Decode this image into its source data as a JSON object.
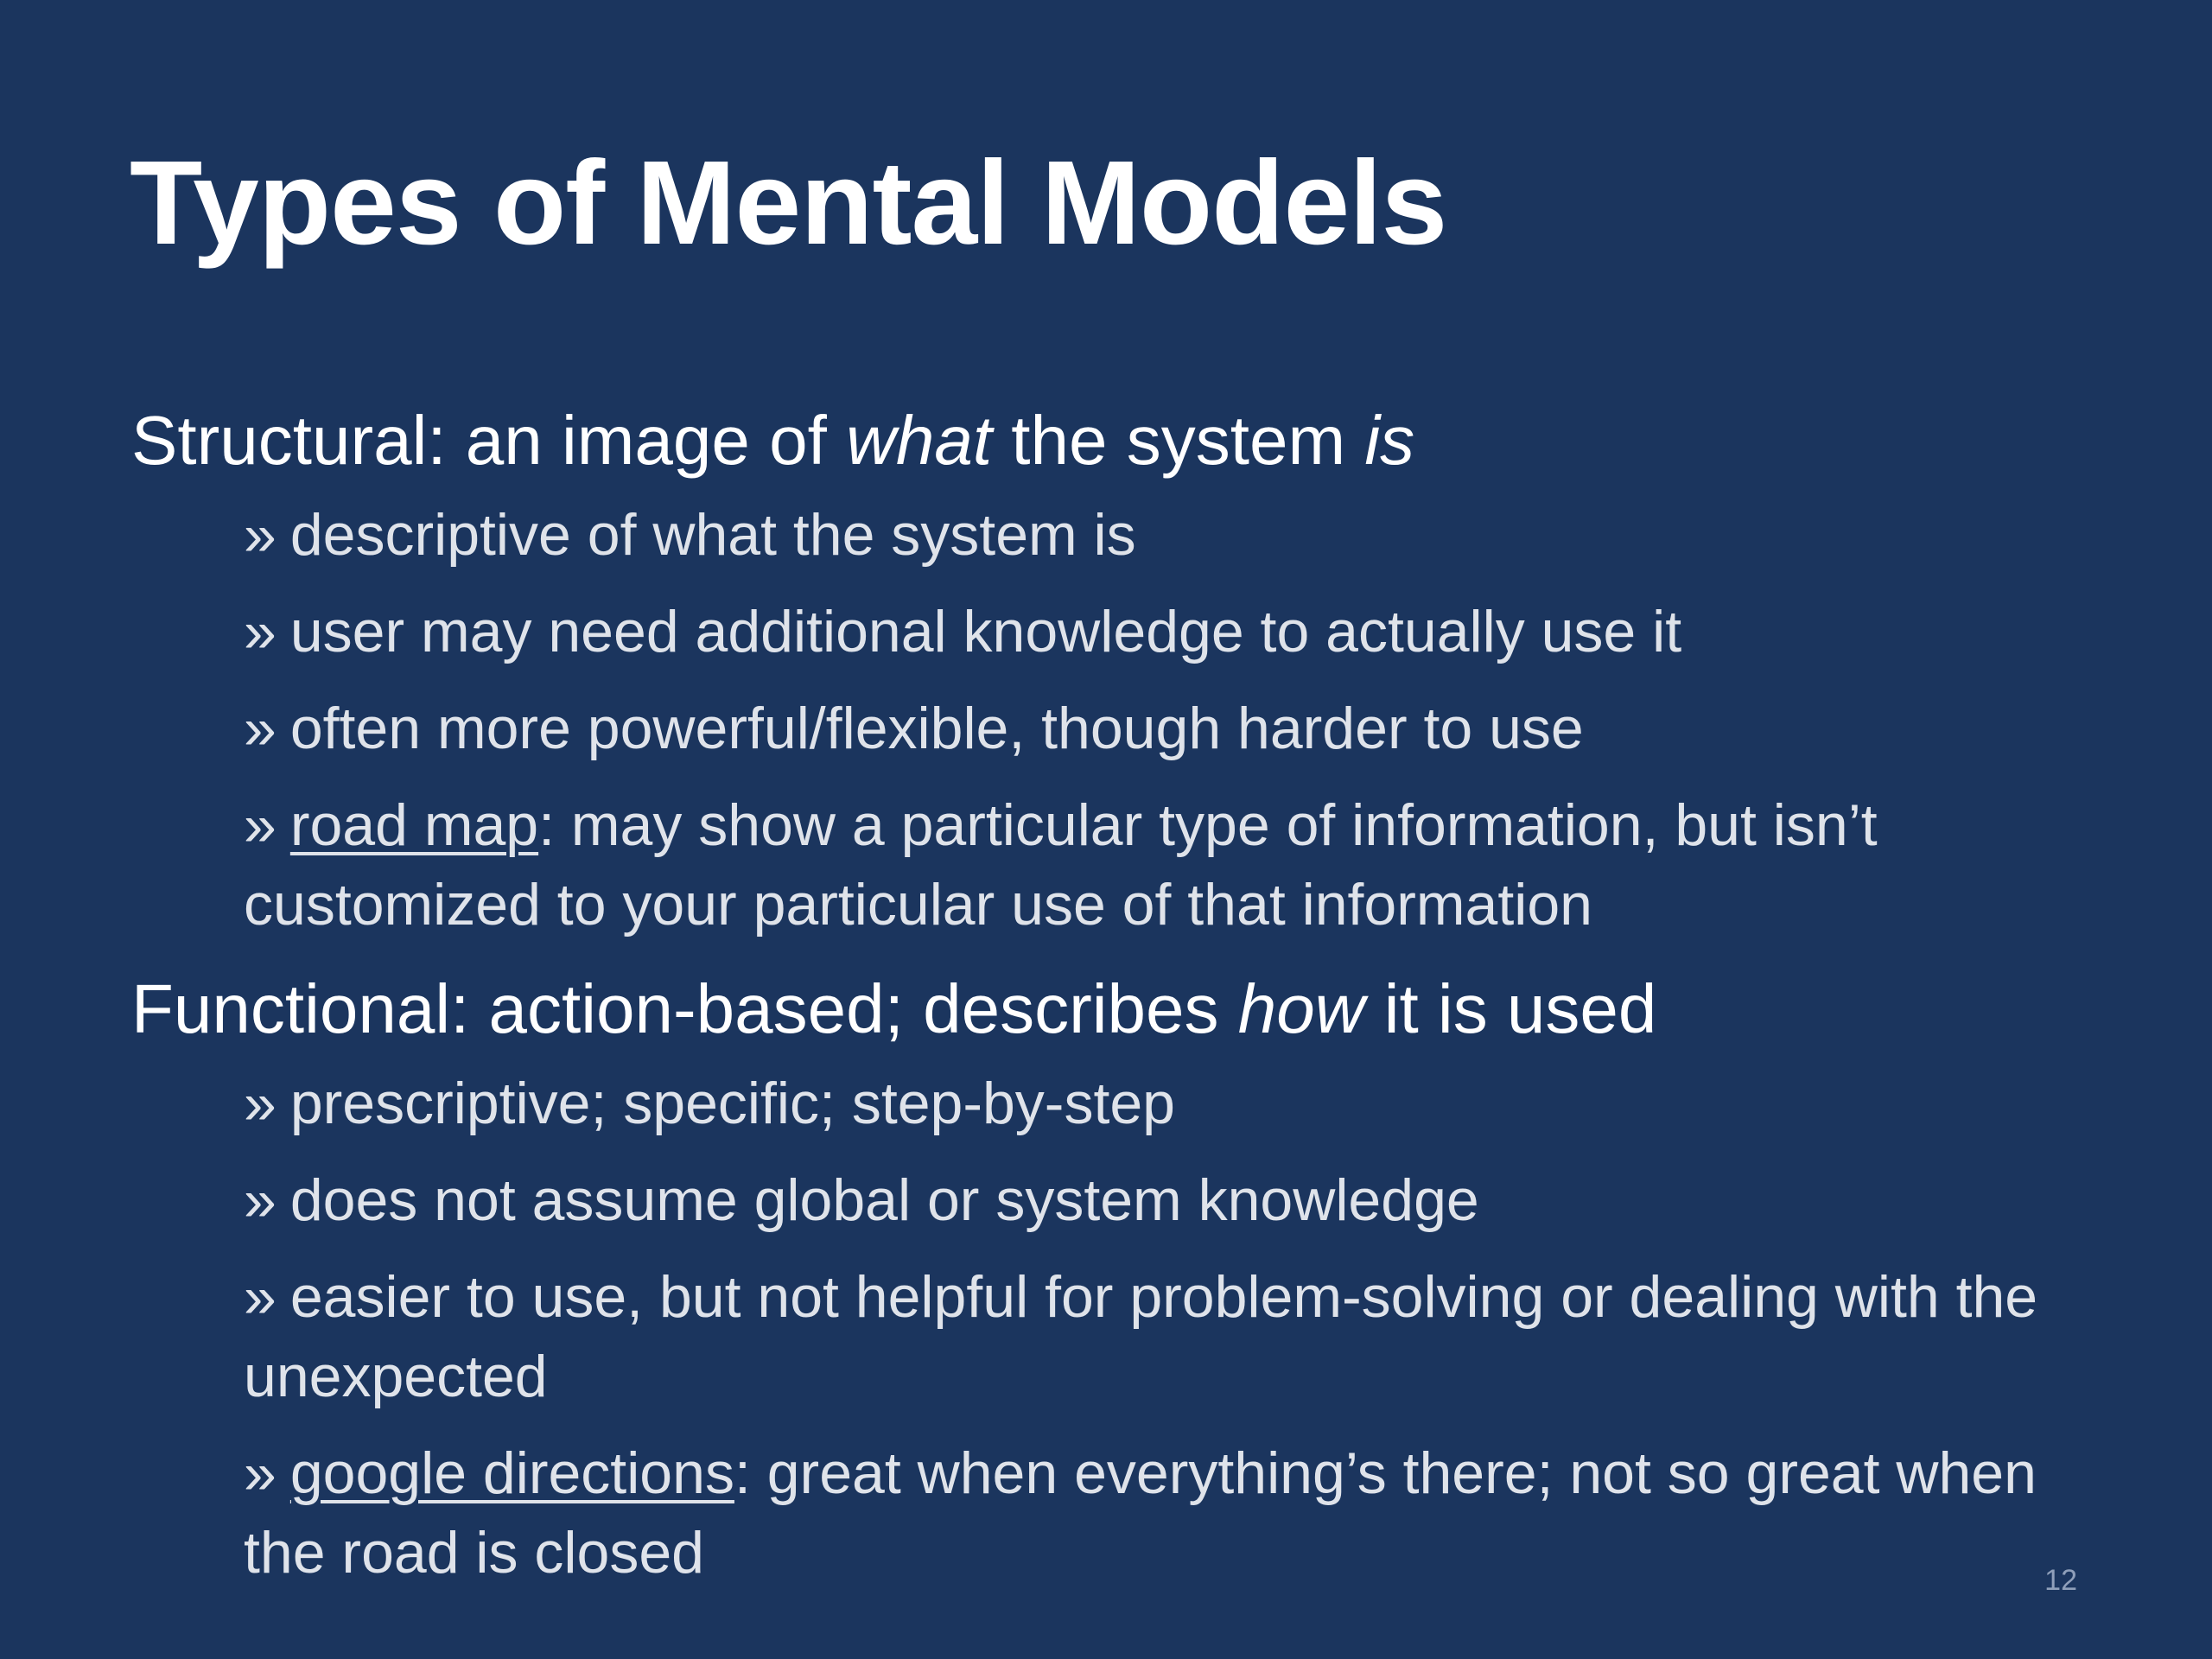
{
  "slide": {
    "title": "Types of Mental Models",
    "page_number": "12",
    "sections": [
      {
        "heading_pre": "Structural: an image of ",
        "heading_em1": "what",
        "heading_mid": " the system ",
        "heading_em2": "is",
        "bullets": [
          "descriptive of what the system is",
          "user may need additional knowledge to actually use it",
          "often more powerful/flexible, though harder to use"
        ],
        "example_term": "road map",
        "example_rest": ": may show a particular type of information, but isn’t customized to your particular use of that information"
      },
      {
        "heading_pre": "Functional: action-based; describes ",
        "heading_em": "how",
        "heading_post": " it is used",
        "bullets": [
          "prescriptive; specific; step-by-step",
          "does not assume global or system knowledge",
          "easier to use, but not helpful for problem-solving or dealing with the unexpected"
        ],
        "example_term": "google directions",
        "example_rest": ": great when everything’s there; not so great when the road is closed"
      }
    ],
    "bullet_marker": "»"
  },
  "colors": {
    "background": "#1b355e",
    "heading_text": "#ffffff",
    "bullet_text": "#dfe3ea",
    "page_number": "#8f9fba"
  }
}
